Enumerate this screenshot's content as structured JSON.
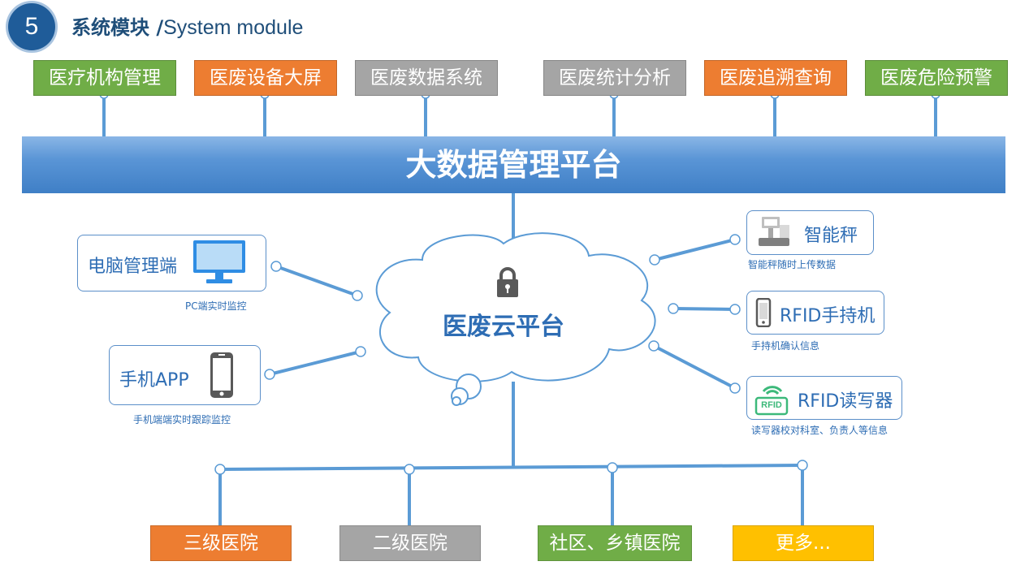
{
  "header": {
    "number": "5",
    "title_cn": "系统模块",
    "title_sep": " /",
    "title_en": "System module"
  },
  "top_modules": [
    "医疗机构管理",
    "医废设备大屏",
    "医废数据系统",
    "医废统计分析",
    "医废追溯查询",
    "医废危险预警"
  ],
  "platform": {
    "label": "大数据管理平台"
  },
  "cloud": {
    "label": "医废云平台",
    "icon": "lock-icon"
  },
  "left_devices": [
    {
      "label": "电脑管理端",
      "caption": "PC端实时监控",
      "icon": "monitor-icon"
    },
    {
      "label": "手机APP",
      "caption": "手机端端实时跟踪监控",
      "icon": "smartphone-icon"
    }
  ],
  "right_devices": [
    {
      "label": "智能秤",
      "caption": "智能秤随时上传数据",
      "icon": "scale-icon"
    },
    {
      "label": "RFID手持机",
      "caption": "手持机确认信息",
      "icon": "handheld-icon"
    },
    {
      "label": "RFID读写器",
      "caption": "读写器校对科室、负责人等信息",
      "icon": "rfid-reader-icon",
      "icon_text": "RFID"
    }
  ],
  "bottom_levels": [
    "三级医院",
    "二级医院",
    "社区、乡镇医院",
    "更多..."
  ],
  "colors": {
    "green": "#70ad47",
    "orange": "#ed7d31",
    "gray": "#a5a5a5",
    "yellow": "#ffc000",
    "line": "#5b9bd5",
    "text_blue": "#2e6db4",
    "header_blue": "#1f4e79"
  }
}
